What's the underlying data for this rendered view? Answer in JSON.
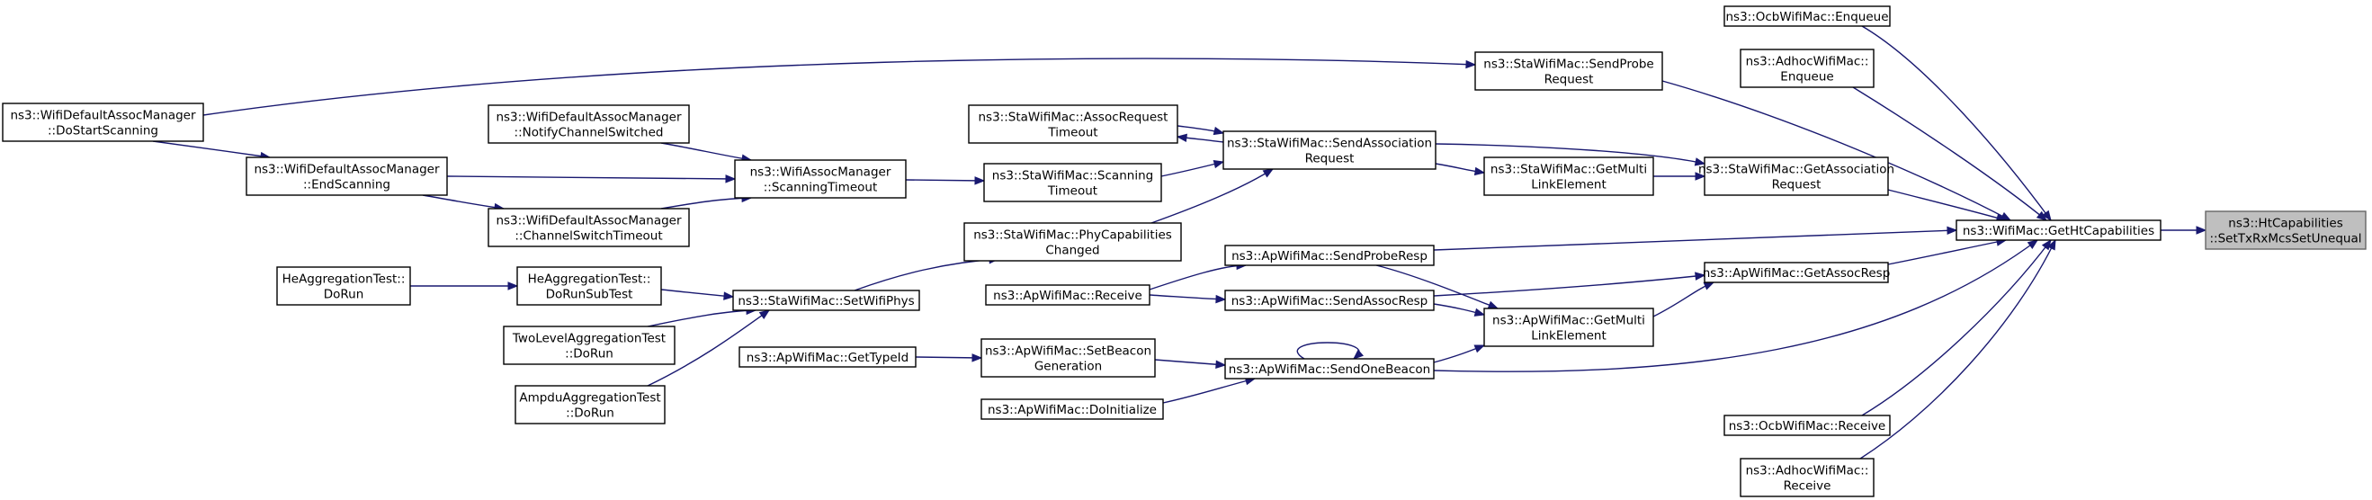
{
  "nodes": [
    {
      "id": "target",
      "lines": [
        "ns3::HtCapabilities",
        "::SetTxRxMcsSetUnequal"
      ],
      "highlight": true
    },
    {
      "id": "getHt",
      "lines": [
        "ns3::WifiMac::GetHtCapabilities"
      ]
    },
    {
      "id": "ocbEnq",
      "lines": [
        "ns3::OcbWifiMac::Enqueue"
      ]
    },
    {
      "id": "adhocEnq",
      "lines": [
        "ns3::AdhocWifiMac::",
        "Enqueue"
      ]
    },
    {
      "id": "sendProbeReq",
      "lines": [
        "ns3::StaWifiMac::SendProbe",
        "Request"
      ]
    },
    {
      "id": "staGetAssocReq",
      "lines": [
        "ns3::StaWifiMac::GetAssociation",
        "Request"
      ]
    },
    {
      "id": "apGetAssocResp",
      "lines": [
        "ns3::ApWifiMac::GetAssocResp"
      ]
    },
    {
      "id": "ocbRecv",
      "lines": [
        "ns3::OcbWifiMac::Receive"
      ]
    },
    {
      "id": "adhocRecv",
      "lines": [
        "ns3::AdhocWifiMac::",
        "Receive"
      ]
    },
    {
      "id": "doStartScanning",
      "lines": [
        "ns3::WifiDefaultAssocManager",
        "::DoStartScanning"
      ]
    },
    {
      "id": "staGetMulti",
      "lines": [
        "ns3::StaWifiMac::GetMulti",
        "LinkElement"
      ]
    },
    {
      "id": "sendAssocReq",
      "lines": [
        "ns3::StaWifiMac::SendAssociation",
        "Request"
      ]
    },
    {
      "id": "assocReqTimeout",
      "lines": [
        "ns3::StaWifiMac::AssocRequest",
        "Timeout"
      ]
    },
    {
      "id": "scanTimeoutSta",
      "lines": [
        "ns3::StaWifiMac::Scanning",
        "Timeout"
      ]
    },
    {
      "id": "phyCapChanged",
      "lines": [
        "ns3::StaWifiMac::PhyCapabilities",
        "Changed"
      ]
    },
    {
      "id": "apSendProbeResp",
      "lines": [
        "ns3::ApWifiMac::SendProbeResp"
      ]
    },
    {
      "id": "apGetMulti",
      "lines": [
        "ns3::ApWifiMac::GetMulti",
        "LinkElement"
      ]
    },
    {
      "id": "apSendAssocResp",
      "lines": [
        "ns3::ApWifiMac::SendAssocResp"
      ]
    },
    {
      "id": "apSendOneBeacon",
      "lines": [
        "ns3::ApWifiMac::SendOneBeacon"
      ]
    },
    {
      "id": "apReceive",
      "lines": [
        "ns3::ApWifiMac::Receive"
      ]
    },
    {
      "id": "apSetBeaconGen",
      "lines": [
        "ns3::ApWifiMac::SetBeacon",
        "Generation"
      ]
    },
    {
      "id": "apDoInit",
      "lines": [
        "ns3::ApWifiMac::DoInitialize"
      ]
    },
    {
      "id": "apGetTypeId",
      "lines": [
        "ns3::ApWifiMac::GetTypeId"
      ]
    },
    {
      "id": "scanningTimeout",
      "lines": [
        "ns3::WifiAssocManager",
        "::ScanningTimeout"
      ]
    },
    {
      "id": "setWifiPhys",
      "lines": [
        "ns3::StaWifiMac::SetWifiPhys"
      ]
    },
    {
      "id": "notifyChSwitched",
      "lines": [
        "ns3::WifiDefaultAssocManager",
        "::NotifyChannelSwitched"
      ]
    },
    {
      "id": "endScanning",
      "lines": [
        "ns3::WifiDefaultAssocManager",
        "::EndScanning"
      ]
    },
    {
      "id": "chSwitchTimeout",
      "lines": [
        "ns3::WifiDefaultAssocManager",
        "::ChannelSwitchTimeout"
      ]
    },
    {
      "id": "heDoRunSub",
      "lines": [
        "HeAggregationTest::",
        "DoRunSubTest"
      ]
    },
    {
      "id": "heDoRun",
      "lines": [
        "HeAggregationTest::",
        "DoRun"
      ]
    },
    {
      "id": "twoLevel",
      "lines": [
        "TwoLevelAggregationTest",
        "::DoRun"
      ]
    },
    {
      "id": "ampdu",
      "lines": [
        "AmpduAggregationTest",
        "::DoRun"
      ]
    }
  ],
  "edges": [
    {
      "from": "getHt",
      "to": "target"
    },
    {
      "from": "ocbEnq",
      "to": "getHt"
    },
    {
      "from": "adhocEnq",
      "to": "getHt"
    },
    {
      "from": "sendProbeReq",
      "to": "getHt"
    },
    {
      "from": "staGetAssocReq",
      "to": "getHt"
    },
    {
      "from": "apGetAssocResp",
      "to": "getHt"
    },
    {
      "from": "apSendProbeResp",
      "to": "getHt"
    },
    {
      "from": "apSendOneBeacon",
      "to": "getHt"
    },
    {
      "from": "ocbRecv",
      "to": "getHt"
    },
    {
      "from": "adhocRecv",
      "to": "getHt"
    },
    {
      "from": "doStartScanning",
      "to": "sendProbeReq"
    },
    {
      "from": "sendAssocReq",
      "to": "staGetAssocReq"
    },
    {
      "from": "staGetMulti",
      "to": "staGetAssocReq"
    },
    {
      "from": "sendAssocReq",
      "to": "staGetMulti"
    },
    {
      "from": "apGetMulti",
      "to": "apGetAssocResp"
    },
    {
      "from": "apSendAssocResp",
      "to": "apGetAssocResp"
    },
    {
      "from": "sendAssocReq",
      "to": "assocReqTimeout"
    },
    {
      "from": "assocReqTimeout",
      "to": "sendAssocReq"
    },
    {
      "from": "scanTimeoutSta",
      "to": "sendAssocReq"
    },
    {
      "from": "phyCapChanged",
      "to": "sendAssocReq"
    },
    {
      "from": "apSendProbeResp",
      "to": "apGetMulti"
    },
    {
      "from": "apSendAssocResp",
      "to": "apGetMulti"
    },
    {
      "from": "apSendOneBeacon",
      "to": "apGetMulti"
    },
    {
      "from": "apReceive",
      "to": "apSendProbeResp"
    },
    {
      "from": "apReceive",
      "to": "apSendAssocResp"
    },
    {
      "from": "apSetBeaconGen",
      "to": "apSendOneBeacon"
    },
    {
      "from": "apDoInit",
      "to": "apSendOneBeacon"
    },
    {
      "from": "apSendOneBeacon",
      "to": "apSendOneBeacon"
    },
    {
      "from": "apGetTypeId",
      "to": "apSetBeaconGen"
    },
    {
      "from": "scanningTimeout",
      "to": "scanTimeoutSta"
    },
    {
      "from": "setWifiPhys",
      "to": "phyCapChanged"
    },
    {
      "from": "notifyChSwitched",
      "to": "scanningTimeout"
    },
    {
      "from": "endScanning",
      "to": "scanningTimeout"
    },
    {
      "from": "chSwitchTimeout",
      "to": "scanningTimeout"
    },
    {
      "from": "doStartScanning",
      "to": "endScanning"
    },
    {
      "from": "endScanning",
      "to": "chSwitchTimeout"
    },
    {
      "from": "heDoRunSub",
      "to": "setWifiPhys"
    },
    {
      "from": "twoLevel",
      "to": "setWifiPhys"
    },
    {
      "from": "ampdu",
      "to": "setWifiPhys"
    },
    {
      "from": "heDoRun",
      "to": "heDoRunSub"
    }
  ]
}
